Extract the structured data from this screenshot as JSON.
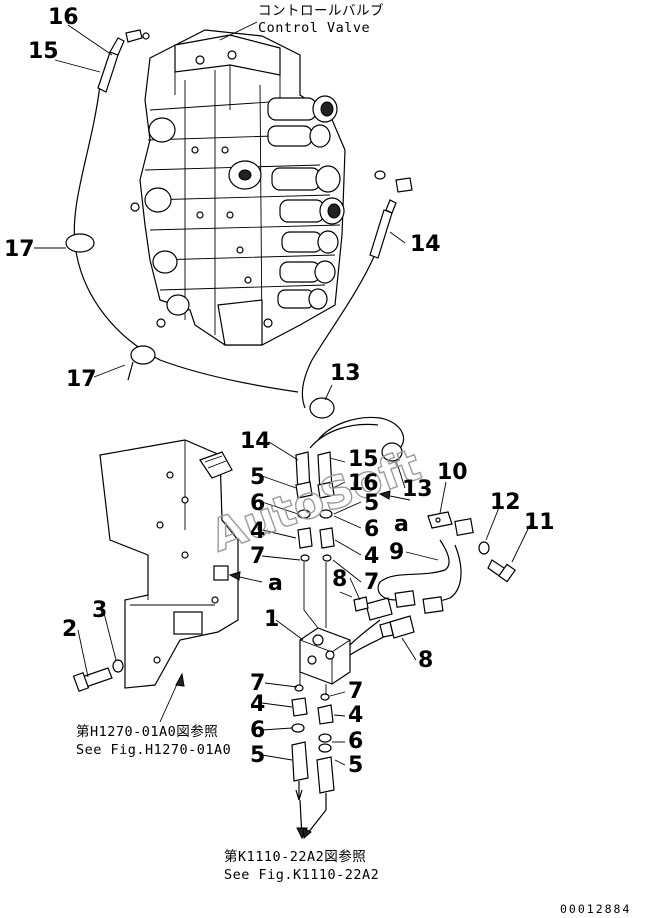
{
  "captions": {
    "control_valve_jp": "コントロールバルブ",
    "control_valve_en": "Control Valve",
    "ref1_jp": "第H1270-01A0図参照",
    "ref1_en": "See Fig.H1270-01A0",
    "ref2_jp": "第K1110-22A2図参照",
    "ref2_en": "See Fig.K1110-22A2"
  },
  "doc_id": "00012884",
  "watermark": "AutoSoft",
  "callouts": [
    {
      "id": "c16-top",
      "text": "16"
    },
    {
      "id": "c15-top",
      "text": "15"
    },
    {
      "id": "c17-left",
      "text": "17"
    },
    {
      "id": "c17-mid",
      "text": "17"
    },
    {
      "id": "c14-right",
      "text": "14"
    },
    {
      "id": "c13-top",
      "text": "13"
    },
    {
      "id": "c14-mid",
      "text": "14"
    },
    {
      "id": "c15-mid",
      "text": "15"
    },
    {
      "id": "c16-mid",
      "text": "16"
    },
    {
      "id": "c13-mid",
      "text": "13"
    },
    {
      "id": "c5-a",
      "text": "5"
    },
    {
      "id": "c6-a",
      "text": "6"
    },
    {
      "id": "c4-a",
      "text": "4"
    },
    {
      "id": "c7-a",
      "text": "7"
    },
    {
      "id": "c5-b",
      "text": "5"
    },
    {
      "id": "c6-b",
      "text": "6"
    },
    {
      "id": "c4-b",
      "text": "4"
    },
    {
      "id": "c7-b",
      "text": "7"
    },
    {
      "id": "c10",
      "text": "10"
    },
    {
      "id": "c12",
      "text": "12"
    },
    {
      "id": "c11",
      "text": "11"
    },
    {
      "id": "c9",
      "text": "9"
    },
    {
      "id": "c8-a",
      "text": "8"
    },
    {
      "id": "c8-b",
      "text": "8"
    },
    {
      "id": "ca-a",
      "text": "a"
    },
    {
      "id": "ca-b",
      "text": "a"
    },
    {
      "id": "c1",
      "text": "1"
    },
    {
      "id": "c3",
      "text": "3"
    },
    {
      "id": "c2",
      "text": "2"
    },
    {
      "id": "c7-c",
      "text": "7"
    },
    {
      "id": "c4-c",
      "text": "4"
    },
    {
      "id": "c6-c",
      "text": "6"
    },
    {
      "id": "c5-c",
      "text": "5"
    },
    {
      "id": "c7-d",
      "text": "7"
    },
    {
      "id": "c4-d",
      "text": "4"
    },
    {
      "id": "c6-d",
      "text": "6"
    },
    {
      "id": "c5-d",
      "text": "5"
    }
  ]
}
